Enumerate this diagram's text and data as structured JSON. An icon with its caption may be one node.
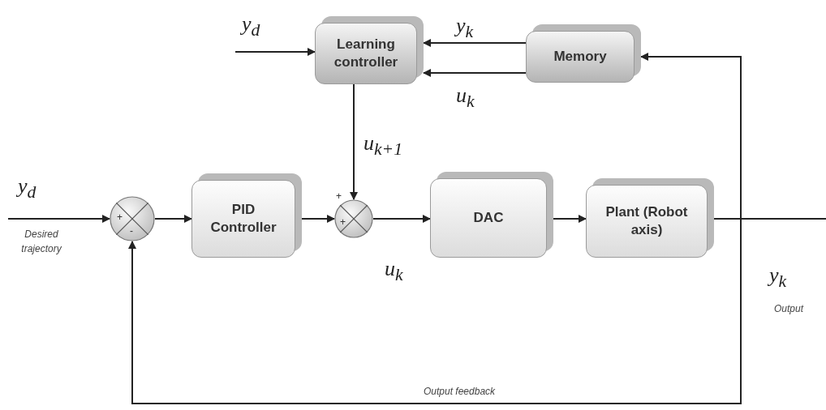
{
  "diagram": {
    "nodes": [
      {
        "text": [
          "Learning controller"
        ]
      },
      {
        "text": [
          "Memory"
        ]
      },
      {
        "text": [
          "+",
          "-"
        ]
      },
      {
        "text": [
          "PID Controller"
        ]
      },
      {
        "text": [
          "+",
          "+"
        ]
      },
      {
        "text": [
          "DAC"
        ]
      },
      {
        "text": [
          "Plant (Robot axis)"
        ]
      }
    ],
    "edges": [
      {
        "from": null,
        "to": 0,
        "arrow": "to",
        "label": "y$_{d}$"
      },
      {
        "from": 1,
        "to": 0,
        "arrow": "to",
        "label": "y$_{k}$"
      },
      {
        "from": 1,
        "to": 0,
        "arrow": "to",
        "label": "u$_{k}$"
      },
      {
        "from": 0,
        "to": 4,
        "arrow": "to",
        "label": "u$_{k+1}$"
      },
      {
        "from": null,
        "to": 2,
        "arrow": "to",
        "label": "y$_{d}$"
      },
      {
        "from": 2,
        "to": 3,
        "arrow": "to"
      },
      {
        "from": 3,
        "to": 4,
        "arrow": "to"
      },
      {
        "from": 4,
        "to": 5,
        "arrow": "to",
        "label": "u$_{k}$"
      },
      {
        "from": 5,
        "to": 6,
        "arrow": "to"
      },
      {
        "from": 6,
        "to": null,
        "arrow": "none"
      },
      {
        "from": 6,
        "to": 1,
        "arrow": "to"
      },
      {
        "from": 6,
        "to": 2,
        "arrow": "to",
        "label": "Output feedback"
      }
    ],
    "labels": [
      "Desired trajectory",
      "y$_{k}$",
      "Output"
    ]
  }
}
